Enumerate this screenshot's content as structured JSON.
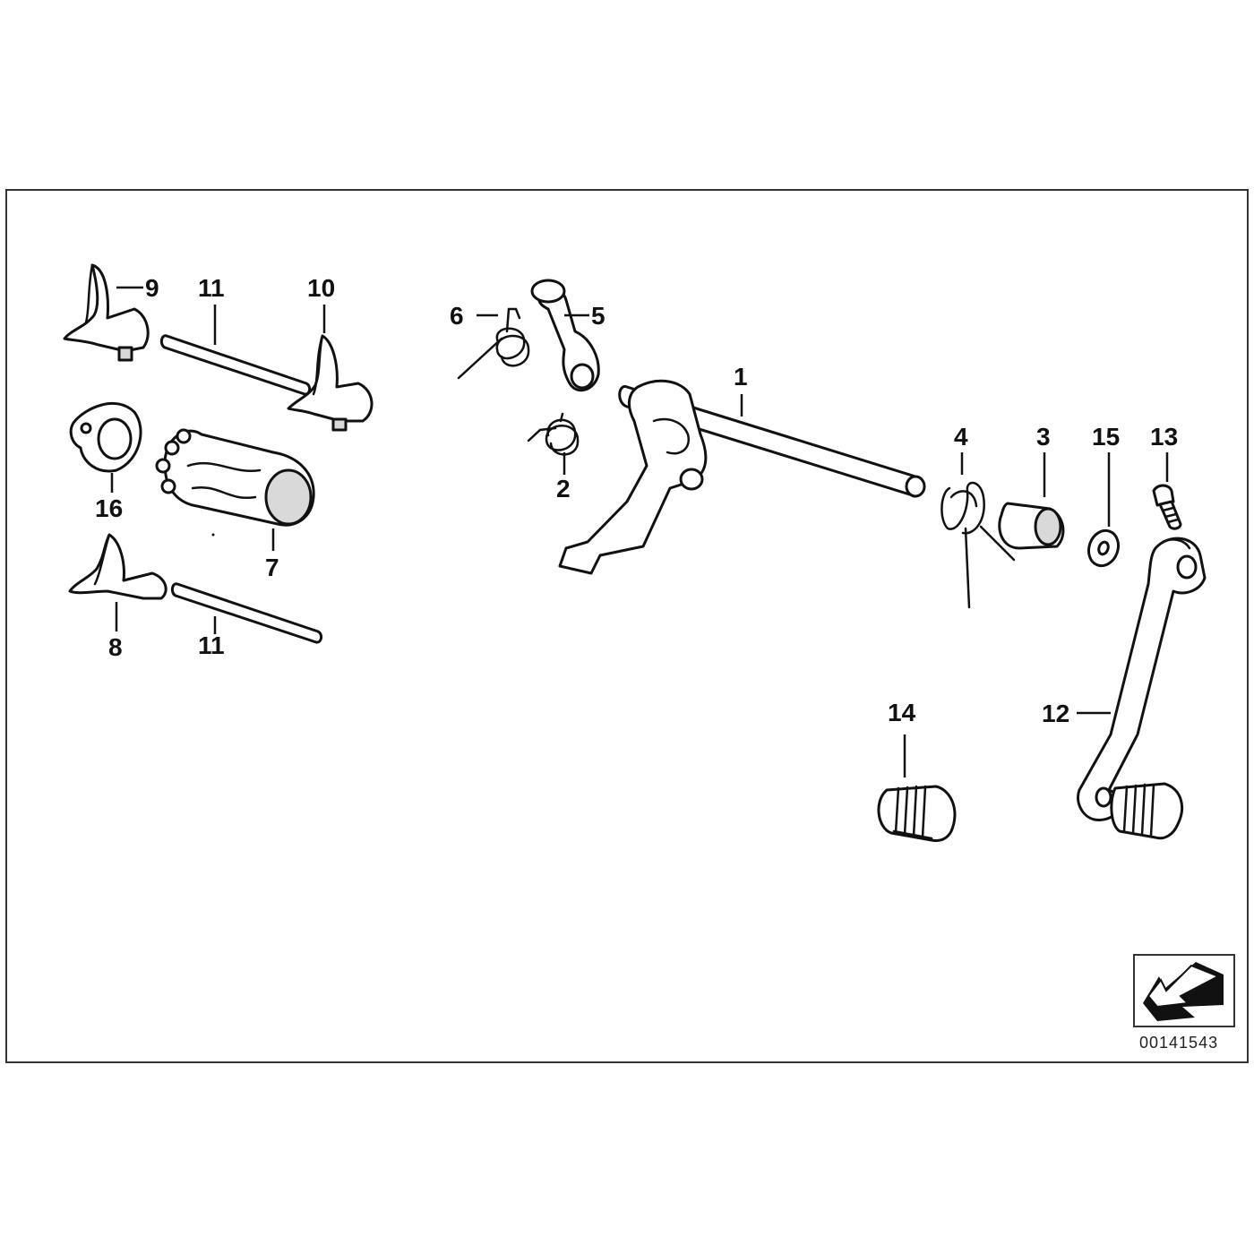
{
  "labels": {
    "p1": "1",
    "p2": "2",
    "p3": "3",
    "p4": "4",
    "p5": "5",
    "p6": "6",
    "p7": "7",
    "p8": "8",
    "p9": "9",
    "p10": "10",
    "p11a": "11",
    "p11b": "11",
    "p12": "12",
    "p13": "13",
    "p14": "14",
    "p15": "15",
    "p16": "16"
  },
  "reference_number": "00141543",
  "icons": {
    "orientation": "orientation-arrow-icon"
  },
  "colors": {
    "line": "#111111",
    "background": "#ffffff",
    "frame": "#333333"
  }
}
